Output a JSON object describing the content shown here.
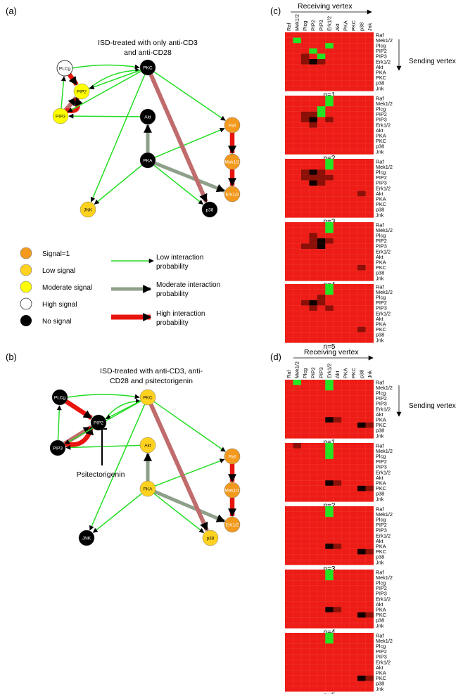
{
  "panels": {
    "a": {
      "label": "(a)",
      "title_lines": [
        "ISD-treated with only anti-CD3",
        "and anti-CD28"
      ],
      "nodes": [
        {
          "id": "PLCg",
          "label": "PLCg",
          "state": "high"
        },
        {
          "id": "PIP2",
          "label": "PIP2",
          "state": "moderate"
        },
        {
          "id": "PIP3",
          "label": "PIP3",
          "state": "moderate"
        },
        {
          "id": "PKC",
          "label": "PKC",
          "state": "none"
        },
        {
          "id": "Akt",
          "label": "Akt",
          "state": "none"
        },
        {
          "id": "PKA",
          "label": "PKA",
          "state": "none"
        },
        {
          "id": "Raf",
          "label": "Raf",
          "state": "signal1"
        },
        {
          "id": "Mek",
          "label": "Mek1/2",
          "state": "signal1"
        },
        {
          "id": "Erk",
          "label": "Erk1/2",
          "state": "signal1"
        },
        {
          "id": "JNK",
          "label": "JNK",
          "state": "low"
        },
        {
          "id": "p38",
          "label": "p38",
          "state": "none"
        }
      ]
    },
    "b": {
      "label": "(b)",
      "title_lines": [
        "ISD-treated with anti-CD3, anti-",
        "CD28 and psitectorigenin"
      ],
      "inhibitor_label": "Psitectorigenin",
      "nodes": [
        {
          "id": "PLCg",
          "label": "PLCg",
          "state": "none"
        },
        {
          "id": "PIP2",
          "label": "PIP2",
          "state": "none"
        },
        {
          "id": "PIP3",
          "label": "PIP3",
          "state": "none"
        },
        {
          "id": "PKC",
          "label": "PKC",
          "state": "low"
        },
        {
          "id": "Akt",
          "label": "Akt",
          "state": "low"
        },
        {
          "id": "PKA",
          "label": "PKA",
          "state": "low"
        },
        {
          "id": "Raf",
          "label": "Raf",
          "state": "signal1"
        },
        {
          "id": "Mek",
          "label": "Mek1/2",
          "state": "signal1"
        },
        {
          "id": "Erk",
          "label": "Erk1/2",
          "state": "signal1"
        },
        {
          "id": "JNK",
          "label": "JNK",
          "state": "none"
        },
        {
          "id": "p38",
          "label": "p38",
          "state": "low"
        }
      ]
    },
    "c": {
      "label": "(c)"
    },
    "d": {
      "label": "(d)"
    }
  },
  "state_colors": {
    "signal1": "#f39a1e",
    "low": "#ffd21f",
    "moderate": "#ffff00",
    "high": "#ffffff",
    "none": "#000000"
  },
  "edge_colors": {
    "low": "#22dd22",
    "moderate": "#8fa08a",
    "high": "#e8140e",
    "high_pink": "#c06c6c"
  },
  "legend": {
    "signal1": "Signal=1",
    "low": "Low signal",
    "moderate": "Moderate signal",
    "high": "High signal",
    "none": "No signal",
    "low_edge": [
      "Low interaction",
      "probability"
    ],
    "moderate_edge": [
      "Moderate interaction",
      "probability"
    ],
    "high_edge": [
      "High interaction",
      "probability"
    ]
  },
  "heatmap": {
    "receiving_vertex": "Receiving vertex",
    "sending_vertex": "Sending vertex",
    "variables": [
      "Raf",
      "Mek1/2",
      "Plcg",
      "PIP2",
      "PIP3",
      "Erk1/2",
      "Akt",
      "PKA",
      "PKC",
      "p38",
      "Jnk"
    ],
    "n_labels": [
      "n=1",
      "n=2",
      "n=3",
      "n=4",
      "n=5"
    ],
    "colors": {
      "base": "#ee1c16",
      "green": "#22e622",
      "dark": "#000000"
    },
    "c_marks": [
      [
        {
          "r": 1,
          "c": 1,
          "t": "g"
        },
        {
          "r": 2,
          "c": 5,
          "t": "g"
        },
        {
          "r": 3,
          "c": 3,
          "t": "g"
        },
        {
          "r": 4,
          "c": 4,
          "t": "g"
        },
        {
          "r": 5,
          "c": 3,
          "t": "d"
        },
        {
          "r": 5,
          "c": 2,
          "t": "m"
        },
        {
          "r": 4,
          "c": 2,
          "t": "m"
        },
        {
          "r": 5,
          "c": 4,
          "t": "m"
        }
      ],
      [
        {
          "r": 0,
          "c": 5,
          "t": "g"
        },
        {
          "r": 1,
          "c": 5,
          "t": "g"
        },
        {
          "r": 2,
          "c": 4,
          "t": "g"
        },
        {
          "r": 3,
          "c": 4,
          "t": "g"
        },
        {
          "r": 4,
          "c": 3,
          "t": "d"
        },
        {
          "r": 3,
          "c": 2,
          "t": "m"
        },
        {
          "r": 4,
          "c": 2,
          "t": "m"
        },
        {
          "r": 3,
          "c": 3,
          "t": "m"
        },
        {
          "r": 5,
          "c": 3,
          "t": "m"
        },
        {
          "r": 4,
          "c": 5,
          "t": "m"
        }
      ],
      [
        {
          "r": 0,
          "c": 5,
          "t": "g"
        },
        {
          "r": 1,
          "c": 5,
          "t": "g"
        },
        {
          "r": 2,
          "c": 3,
          "t": "d"
        },
        {
          "r": 4,
          "c": 3,
          "t": "d"
        },
        {
          "r": 2,
          "c": 2,
          "t": "m"
        },
        {
          "r": 3,
          "c": 2,
          "t": "m"
        },
        {
          "r": 3,
          "c": 3,
          "t": "m"
        },
        {
          "r": 2,
          "c": 4,
          "t": "m"
        },
        {
          "r": 3,
          "c": 4,
          "t": "m"
        },
        {
          "r": 4,
          "c": 4,
          "t": "m"
        },
        {
          "r": 3,
          "c": 5,
          "t": "m"
        },
        {
          "r": 6,
          "c": 9,
          "t": "m"
        }
      ],
      [
        {
          "r": 0,
          "c": 5,
          "t": "g"
        },
        {
          "r": 1,
          "c": 5,
          "t": "g"
        },
        {
          "r": 3,
          "c": 4,
          "t": "d"
        },
        {
          "r": 4,
          "c": 4,
          "t": "d"
        },
        {
          "r": 2,
          "c": 3,
          "t": "m"
        },
        {
          "r": 3,
          "c": 3,
          "t": "m"
        },
        {
          "r": 4,
          "c": 2,
          "t": "m"
        },
        {
          "r": 4,
          "c": 3,
          "t": "m"
        },
        {
          "r": 3,
          "c": 5,
          "t": "m"
        },
        {
          "r": 8,
          "c": 9,
          "t": "m"
        }
      ],
      [
        {
          "r": 0,
          "c": 5,
          "t": "g"
        },
        {
          "r": 1,
          "c": 5,
          "t": "g"
        },
        {
          "r": 3,
          "c": 3,
          "t": "d"
        },
        {
          "r": 2,
          "c": 4,
          "t": "m"
        },
        {
          "r": 3,
          "c": 2,
          "t": "m"
        },
        {
          "r": 4,
          "c": 3,
          "t": "m"
        },
        {
          "r": 3,
          "c": 4,
          "t": "m"
        },
        {
          "r": 4,
          "c": 5,
          "t": "m"
        },
        {
          "r": 8,
          "c": 9,
          "t": "m"
        }
      ]
    ],
    "d_marks": [
      [
        {
          "r": 0,
          "c": 1,
          "t": "g"
        },
        {
          "r": 0,
          "c": 5,
          "t": "g"
        },
        {
          "r": 1,
          "c": 5,
          "t": "g"
        },
        {
          "r": 7,
          "c": 5,
          "t": "d"
        },
        {
          "r": 7,
          "c": 6,
          "t": "m"
        },
        {
          "r": 8,
          "c": 9,
          "t": "d"
        },
        {
          "r": 8,
          "c": 10,
          "t": "m"
        }
      ],
      [
        {
          "r": 0,
          "c": 5,
          "t": "g"
        },
        {
          "r": 1,
          "c": 5,
          "t": "g"
        },
        {
          "r": 2,
          "c": 5,
          "t": "g"
        },
        {
          "r": 0,
          "c": 1,
          "t": "m"
        },
        {
          "r": 7,
          "c": 5,
          "t": "d"
        },
        {
          "r": 7,
          "c": 6,
          "t": "m"
        },
        {
          "r": 8,
          "c": 9,
          "t": "d"
        },
        {
          "r": 8,
          "c": 10,
          "t": "m"
        }
      ],
      [
        {
          "r": 0,
          "c": 5,
          "t": "g"
        },
        {
          "r": 1,
          "c": 5,
          "t": "g"
        },
        {
          "r": 7,
          "c": 5,
          "t": "d"
        },
        {
          "r": 7,
          "c": 6,
          "t": "m"
        },
        {
          "r": 8,
          "c": 9,
          "t": "d"
        },
        {
          "r": 8,
          "c": 10,
          "t": "m"
        }
      ],
      [
        {
          "r": 0,
          "c": 5,
          "t": "g"
        },
        {
          "r": 1,
          "c": 5,
          "t": "g"
        },
        {
          "r": 7,
          "c": 5,
          "t": "d"
        },
        {
          "r": 7,
          "c": 6,
          "t": "m"
        },
        {
          "r": 8,
          "c": 9,
          "t": "d"
        },
        {
          "r": 8,
          "c": 10,
          "t": "m"
        }
      ],
      [
        {
          "r": 0,
          "c": 5,
          "t": "g"
        },
        {
          "r": 1,
          "c": 5,
          "t": "g"
        },
        {
          "r": 8,
          "c": 9,
          "t": "d"
        },
        {
          "r": 8,
          "c": 10,
          "t": "m"
        }
      ]
    ]
  }
}
